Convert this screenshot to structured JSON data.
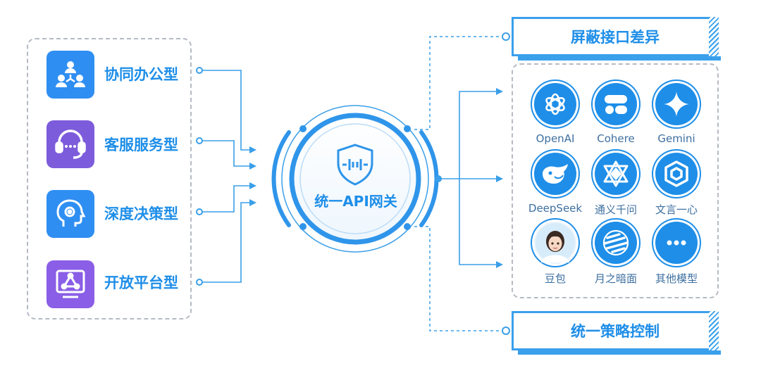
{
  "categories": [
    {
      "label": "协同办公型",
      "icon": "people-network-icon",
      "color": "#2f8ef2"
    },
    {
      "label": "客服服务型",
      "icon": "headset-icon",
      "color": "#7d5cdc"
    },
    {
      "label": "深度决策型",
      "icon": "head-gear-icon",
      "color": "#2f8ef2"
    },
    {
      "label": "开放平台型",
      "icon": "platform-network-icon",
      "color": "#8a5ee6"
    }
  ],
  "gateway": {
    "label": "统一API网关",
    "icon": "shield-icon"
  },
  "top_banner": {
    "label": "屏蔽接口差异"
  },
  "bottom_banner": {
    "label": "统一策略控制"
  },
  "models": [
    {
      "name": "OpenAI",
      "icon": "openai-icon"
    },
    {
      "name": "Cohere",
      "icon": "cohere-icon"
    },
    {
      "name": "Gemini",
      "icon": "gemini-icon"
    },
    {
      "name": "DeepSeek",
      "icon": "deepseek-whale-icon"
    },
    {
      "name": "通义千问",
      "icon": "tongyi-icon"
    },
    {
      "name": "文言一心",
      "icon": "wenxin-icon"
    },
    {
      "name": "豆包",
      "icon": "doubao-avatar-icon"
    },
    {
      "name": "月之暗面",
      "icon": "moonshot-icon"
    },
    {
      "name": "其他模型",
      "icon": "more-dots-icon"
    }
  ],
  "colors": {
    "accent": "#1e8ee8",
    "line": "#3a9fe8",
    "dashed": "#b5bac4"
  }
}
